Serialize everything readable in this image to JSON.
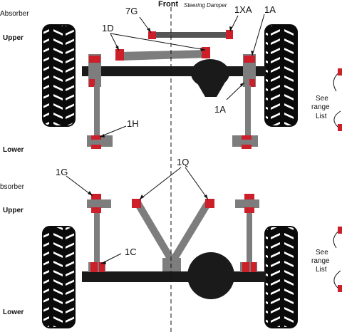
{
  "colors": {
    "tyre": "#0a0a0a",
    "axle": "#1a1a1a",
    "arm": "#7d7d7d",
    "bush": "#cc1f2a",
    "line": "#111111"
  },
  "labels": {
    "front": "Front",
    "steering_damper": "Steering Damper",
    "absorber_top": "Absorber",
    "absorber_bottom": "bsorber",
    "upper": "Upper",
    "lower": "Lower",
    "see_range_list": [
      "See",
      "range",
      "List"
    ]
  },
  "callouts": {
    "c7g": "7G",
    "c1xa": "1XA",
    "c1a_top": "1A",
    "c1d": "1D",
    "c1a_mid": "1A",
    "c1h": "1H",
    "c1g": "1G",
    "c1q": "1Q",
    "c1c": "1C"
  }
}
